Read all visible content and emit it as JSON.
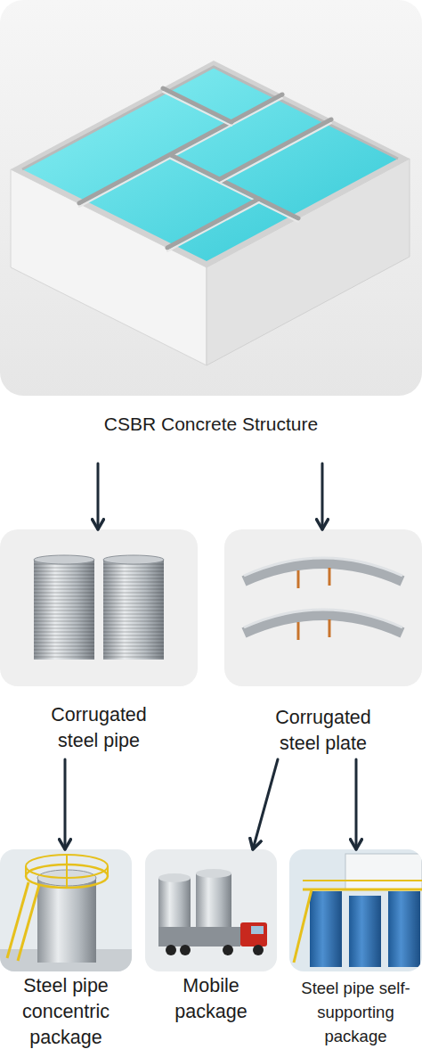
{
  "diagram": {
    "nodes": [
      {
        "text": [
          "CSBR Concrete Structure"
        ]
      },
      {
        "text": [
          "Corrugated steel pipe"
        ]
      },
      {
        "text": [
          "Corrugated steel plate"
        ]
      },
      {
        "text": [
          "Steel pipe concentric package"
        ]
      },
      {
        "text": [
          "Mobile package"
        ]
      },
      {
        "text": [
          "Steel pipe self-supporting package"
        ]
      }
    ],
    "edges": [
      {
        "from": 0,
        "to": 1,
        "arrow": "to"
      },
      {
        "from": 0,
        "to": 2,
        "arrow": "to"
      },
      {
        "from": 1,
        "to": 3,
        "arrow": "to"
      },
      {
        "from": 2,
        "to": 4,
        "arrow": "to"
      },
      {
        "from": 2,
        "to": 5,
        "arrow": "to"
      }
    ]
  }
}
